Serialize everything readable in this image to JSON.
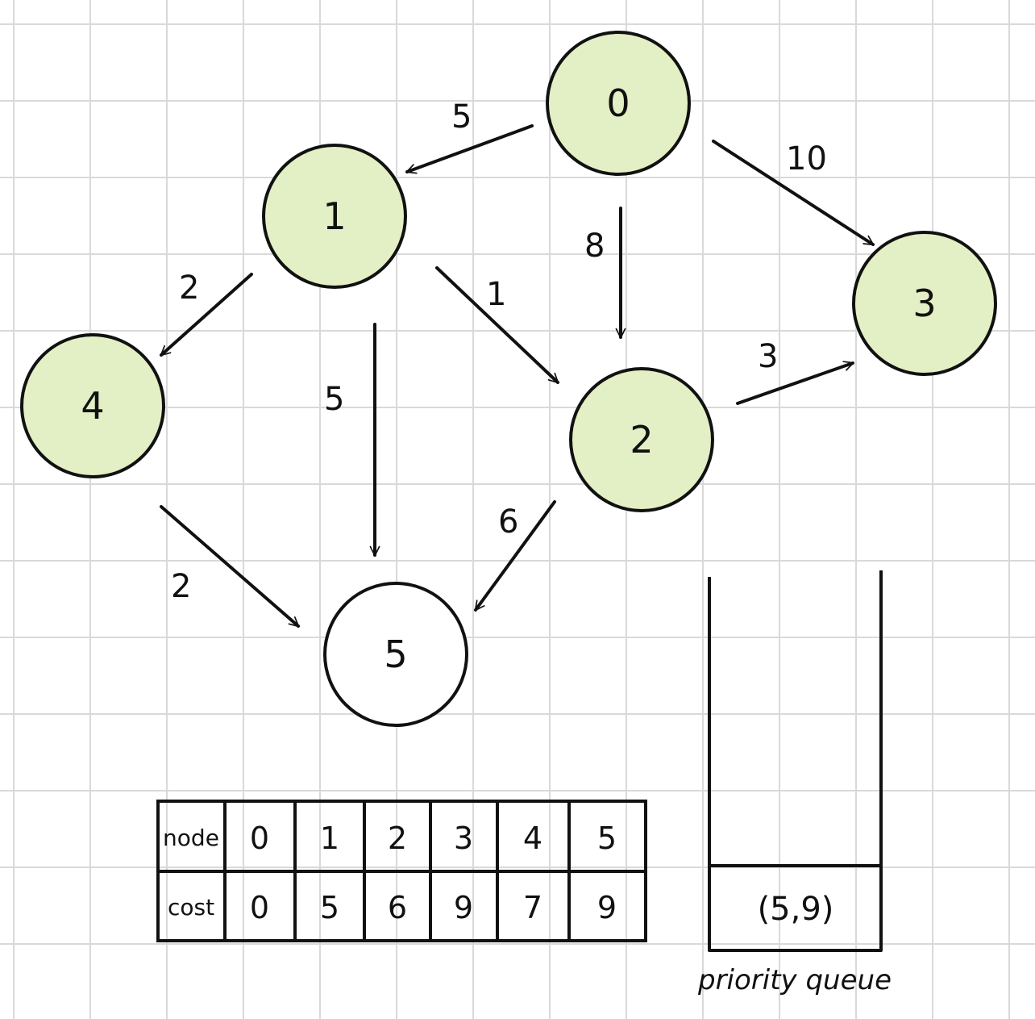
{
  "nodes": [
    {
      "id": "0",
      "label": "0",
      "visited": true
    },
    {
      "id": "1",
      "label": "1",
      "visited": true
    },
    {
      "id": "2",
      "label": "2",
      "visited": true
    },
    {
      "id": "3",
      "label": "3",
      "visited": true
    },
    {
      "id": "4",
      "label": "4",
      "visited": true
    },
    {
      "id": "5",
      "label": "5",
      "visited": false
    }
  ],
  "edges": [
    {
      "from": "0",
      "to": "1",
      "weight": "5"
    },
    {
      "from": "0",
      "to": "2",
      "weight": "8"
    },
    {
      "from": "0",
      "to": "3",
      "weight": "10"
    },
    {
      "from": "1",
      "to": "4",
      "weight": "2"
    },
    {
      "from": "1",
      "to": "2",
      "weight": "1"
    },
    {
      "from": "1",
      "to": "5",
      "weight": "5"
    },
    {
      "from": "2",
      "to": "3",
      "weight": "3"
    },
    {
      "from": "2",
      "to": "5",
      "weight": "6"
    },
    {
      "from": "4",
      "to": "5",
      "weight": "2"
    }
  ],
  "table": {
    "row_headers": [
      "node",
      "cost"
    ],
    "nodes": [
      "0",
      "1",
      "2",
      "3",
      "4",
      "5"
    ],
    "costs": [
      "0",
      "5",
      "6",
      "9",
      "7",
      "9"
    ]
  },
  "priority_queue": {
    "items": [
      "(5,9)"
    ],
    "caption": "priority queue"
  },
  "colors": {
    "visited_fill": "#e3efc4",
    "stroke": "#111111",
    "grid": "#d9d9d9"
  }
}
